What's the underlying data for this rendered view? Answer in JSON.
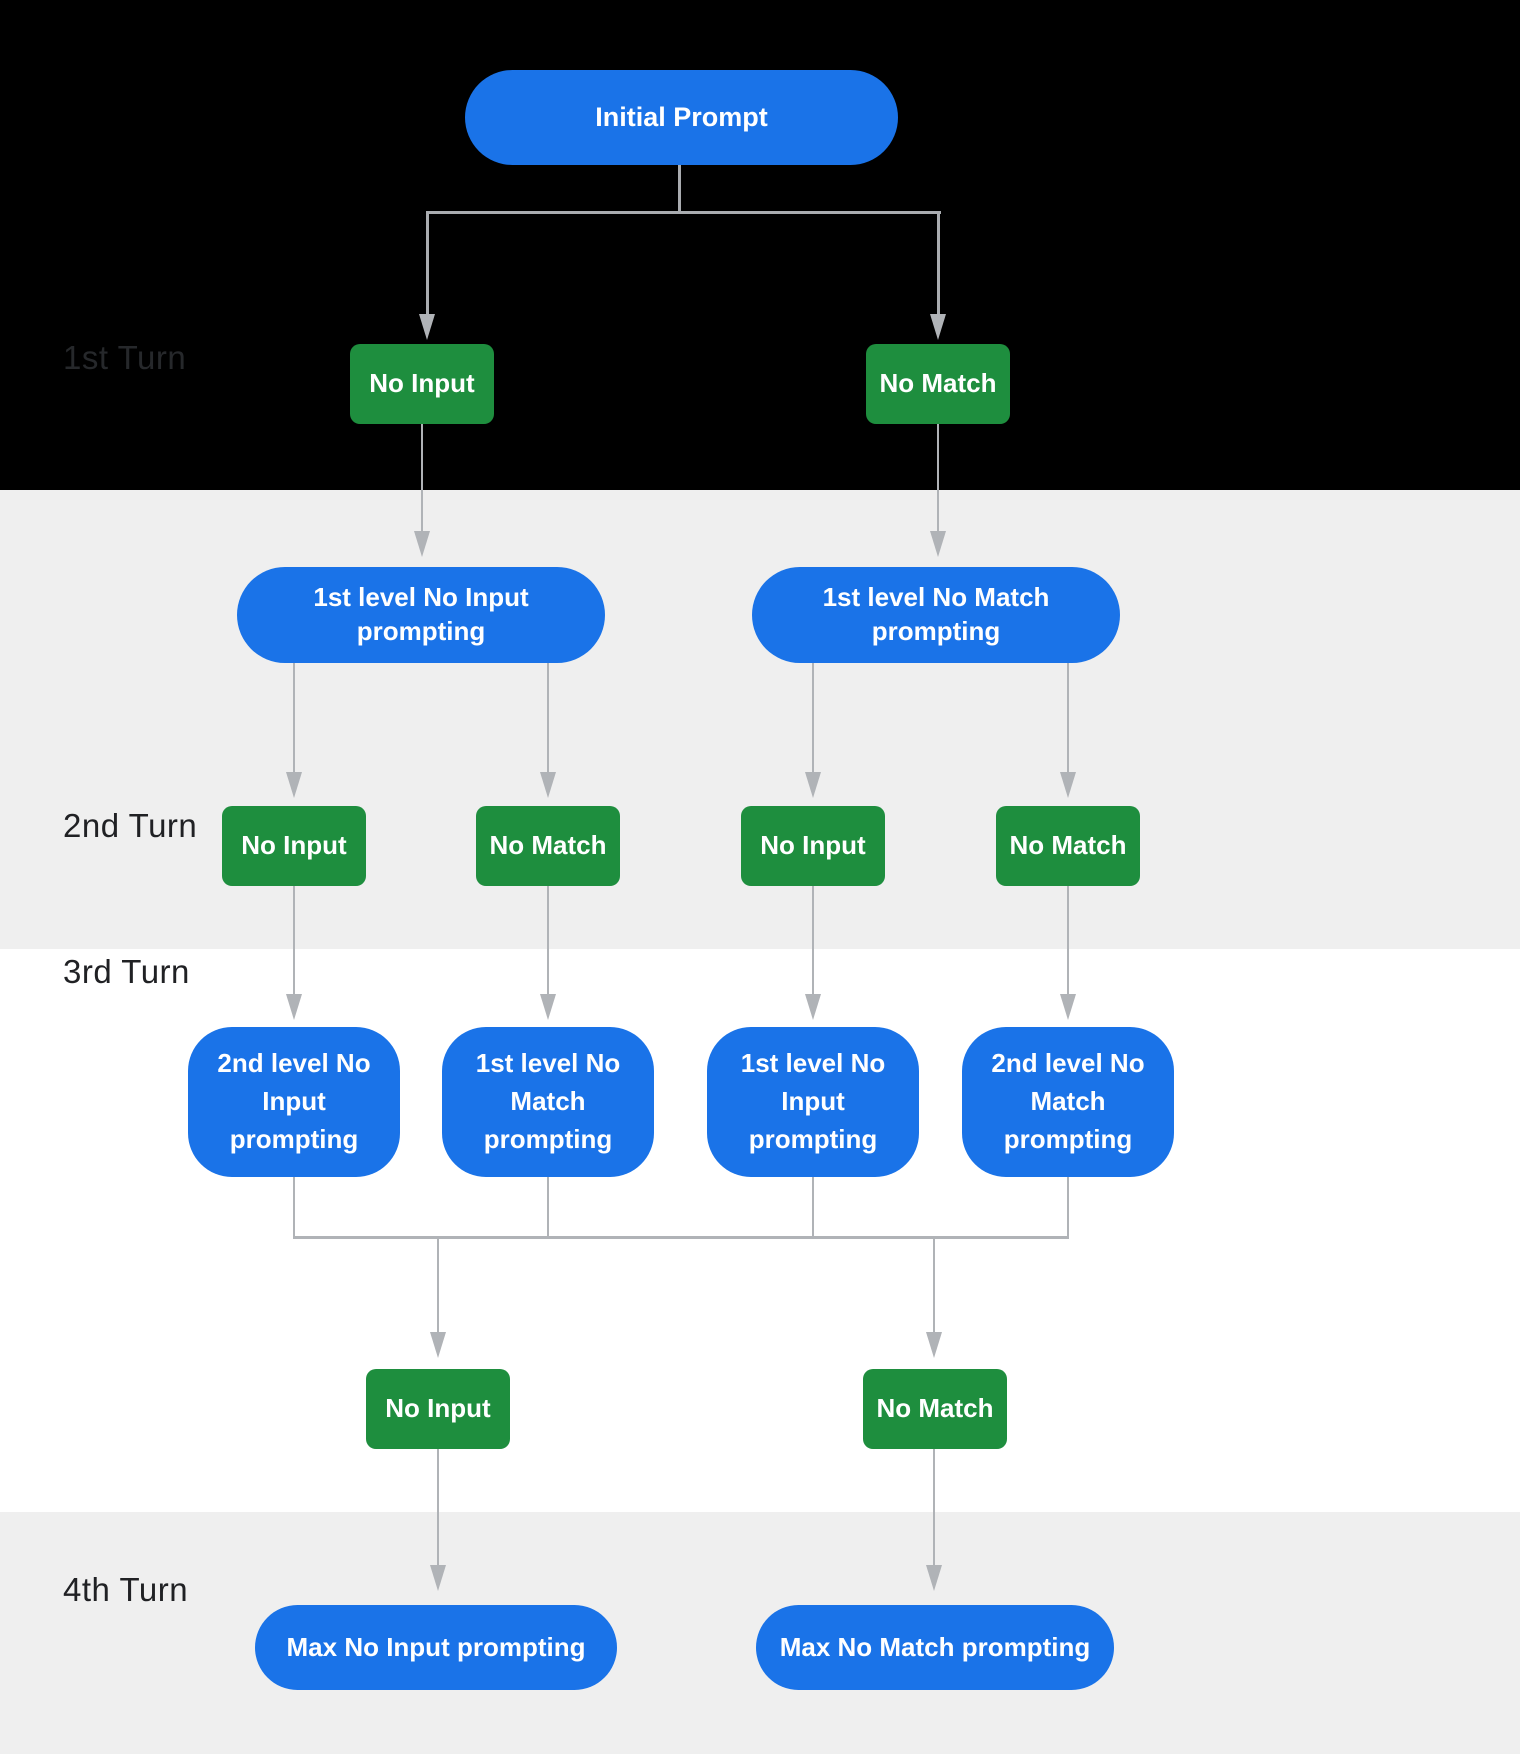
{
  "diagram": {
    "description": "Prompt escalation flowchart across four dialog turns",
    "colors": {
      "node_blue": "#1a73e8",
      "node_green": "#1e8e3e",
      "connector_gray": "#b0b3b7",
      "band_black": "#000000",
      "band_gray": "#efefef",
      "band_white": "#ffffff",
      "label_text": "#202124",
      "node_text": "#ffffff"
    }
  },
  "turns": [
    {
      "label": "1st Turn"
    },
    {
      "label": "2nd Turn"
    },
    {
      "label": "3rd Turn"
    },
    {
      "label": "4th Turn"
    }
  ],
  "nodes": {
    "initial_prompt": {
      "label": "Initial Prompt"
    },
    "t1_no_input": {
      "label": "No Input"
    },
    "t1_no_match": {
      "label": "No Match"
    },
    "t2_no_input_prompting": {
      "label": "1st level No Input\nprompting"
    },
    "t2_no_match_prompting": {
      "label": "1st level No Match\nprompting"
    },
    "t2_no_input_a": {
      "label": "No Input"
    },
    "t2_no_match_a": {
      "label": "No Match"
    },
    "t2_no_input_b": {
      "label": "No Input"
    },
    "t2_no_match_b": {
      "label": "No Match"
    },
    "t3_no_input_2nd": {
      "label": "2nd level No\nInput\nprompting"
    },
    "t3_no_match_1st": {
      "label": "1st level No\nMatch\nprompting"
    },
    "t3_no_input_1st": {
      "label": "1st level No\nInput\nprompting"
    },
    "t3_no_match_2nd": {
      "label": "2nd level No\nMatch\nprompting"
    },
    "t3_no_input_result": {
      "label": "No Input"
    },
    "t3_no_match_result": {
      "label": "No Match"
    },
    "t4_max_no_input": {
      "label": "Max No Input prompting"
    },
    "t4_max_no_match": {
      "label": "Max No Match prompting"
    }
  }
}
